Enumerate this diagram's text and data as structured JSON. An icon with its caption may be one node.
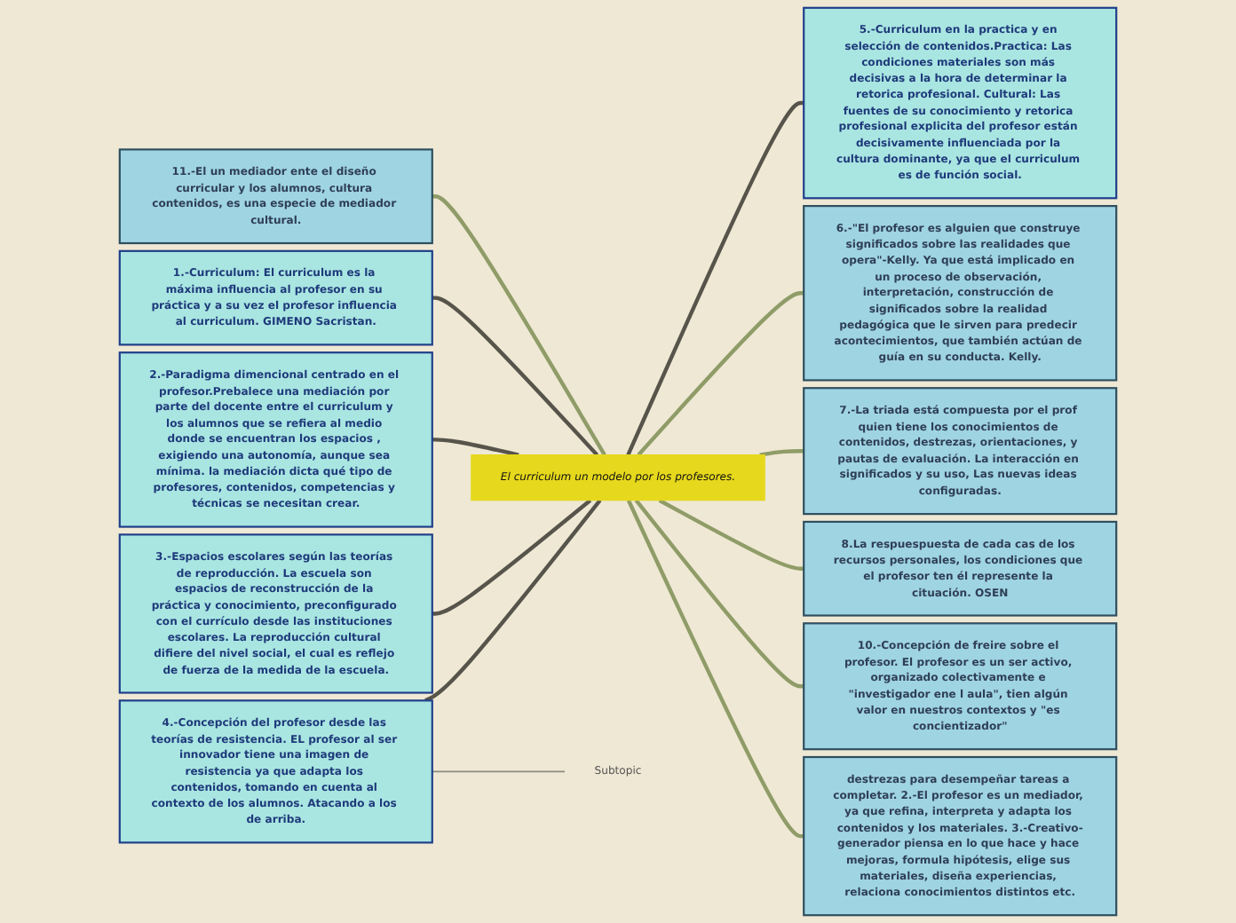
{
  "diagram": {
    "nodes": [
      {
        "text": [
          "El curriculum un modelo por los profesores."
        ]
      },
      {
        "text": [
          "11.-El un mediador ente el diseño curricular y los alumnos, cultura contenidos, es una especie de mediador cultural."
        ]
      },
      {
        "text": [
          "1.-Curriculum: El curriculum es la máxima influencia al profesor en su práctica y a su vez el profesor influencia al curriculum. GIMENO Sacristan."
        ]
      },
      {
        "text": [
          "2.-Paradigma dimencional centrado en el profesor.Prebalece una mediación por parte del docente entre el curriculum y los alumnos que se refiera al medio donde se encuentran los espacios , exigiendo una autonomía, aunque sea mínima. la mediación dicta qué tipo de profesores, contenidos, competencias y técnicas se necesitan crear."
        ]
      },
      {
        "text": [
          "3.-Espacios escolares según las teorías de reproducción. La escuela son espacios de reconstrucción de la práctica y conocimiento, preconfigurado con el currículo desde las instituciones escolares. La reproducción cultural difiere del nivel social, el cual es reflejo de fuerza de la medida de la escuela."
        ]
      },
      {
        "text": [
          "4.-Concepción del profesor desde las teorías de resistencia. EL profesor al ser innovador tiene una imagen de resistencia ya que adapta los contenidos, tomando en cuenta al contexto de los alumnos. Atacando a los de arriba."
        ]
      },
      {
        "text": [
          "Subtopic"
        ]
      },
      {
        "text": [
          "5.-Curriculum en la practica y en selección de contenidos.Practica: Las condiciones materiales son más decisivas a la hora de determinar la retorica profesional. Cultural: Las fuentes de su conocimiento y retorica profesional explicita del profesor están decisivamente influenciada por la cultura dominante, ya que el curriculum es de función social."
        ]
      },
      {
        "text": [
          "6.-\"El profesor es alguien que construye significados sobre las realidades que opera\"-Kelly. Ya que está implicado en un proceso de observación, interpretación, construcción de significados sobre la realidad pedagógica que le sirven para predecir acontecimientos, que también actúan de guía en su conducta. Kelly."
        ]
      },
      {
        "text": [
          "7.-La triada está compuesta por el prof quien tiene los conocimientos de contenidos, destrezas, orientaciones, y pautas de evaluación. La interacción en significados y su uso, Las nuevas ideas configuradas."
        ]
      },
      {
        "text": [
          "8.La respuespuesta de cada cas de los recursos personales, los condiciones que el profesor ten él represente la cituación. OSEN"
        ]
      },
      {
        "text": [
          "10.-Concepción de freire sobre el profesor. El profesor es un ser activo, organizado colectivamente e \"investigador ene l aula\", tien algún valor en nuestros contextos y \"es concientizador\""
        ]
      },
      {
        "text": [
          "destrezas para desempeñar tareas a completar. 2.-El profesor es un mediador, ya que refina, interpreta y adapta los contenidos y los materiales. 3.-Creativo-generador piensa en lo que hace y hace mejoras, formula hipótesis, elige sus materiales, diseña experiencias, relaciona conocimientos distintos etc."
        ]
      }
    ],
    "edges": [
      {
        "from": 0,
        "to": 1,
        "arrow": "none"
      },
      {
        "from": 0,
        "to": 2,
        "arrow": "none",
        "color": "#57544b"
      },
      {
        "from": 0,
        "to": 3,
        "arrow": "none",
        "color": "#57544b"
      },
      {
        "from": 0,
        "to": 4,
        "arrow": "none",
        "color": "#57544b"
      },
      {
        "from": 0,
        "to": 5,
        "arrow": "none",
        "color": "#57544b"
      },
      {
        "from": 5,
        "to": 6,
        "arrow": "none",
        "color": "#8c8a80"
      },
      {
        "from": 0,
        "to": 7,
        "arrow": "none",
        "color": "#57544b"
      },
      {
        "from": 0,
        "to": 8,
        "arrow": "none"
      },
      {
        "from": 0,
        "to": 9,
        "arrow": "none"
      },
      {
        "from": 0,
        "to": 10,
        "arrow": "none"
      },
      {
        "from": 0,
        "to": 11,
        "arrow": "none"
      },
      {
        "from": 0,
        "to": 12,
        "arrow": "none"
      }
    ]
  }
}
